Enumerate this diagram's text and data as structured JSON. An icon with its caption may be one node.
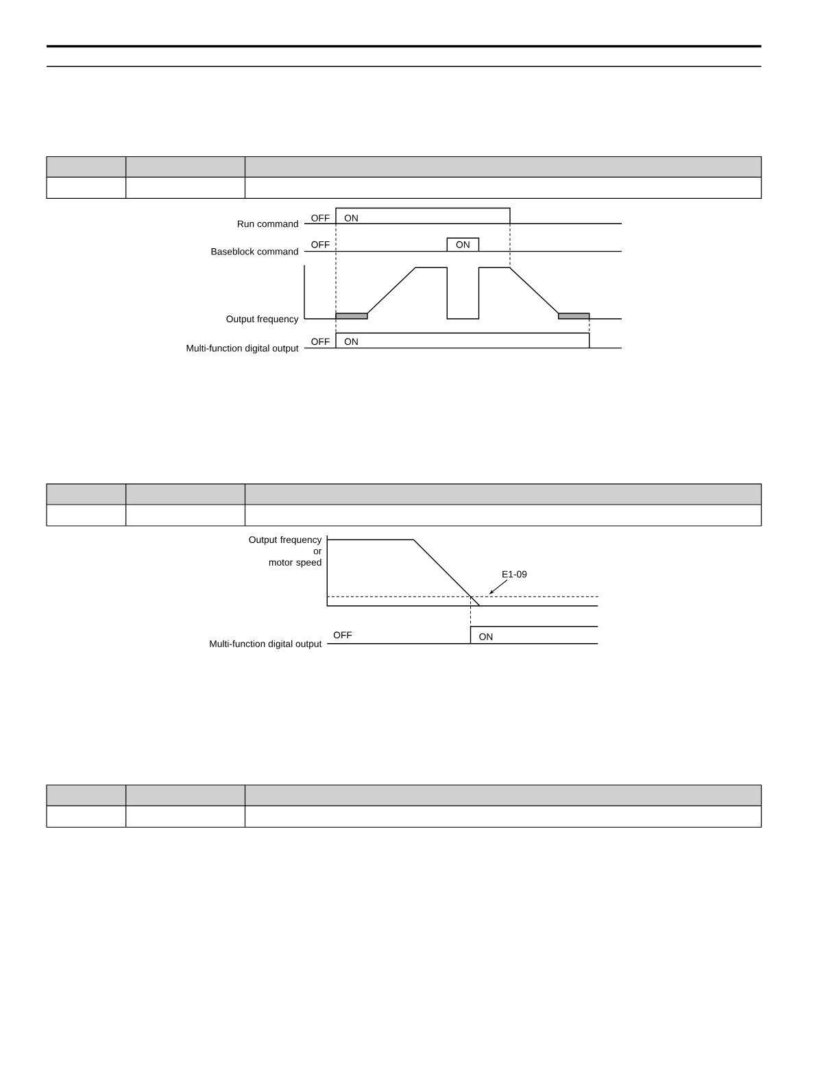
{
  "diagram": {
    "nodes": [
      {
        "text": [
          "E1-09"
        ]
      },
      {
        "text": [],
        "shape": "line"
      }
    ],
    "edges": [
      {
        "from": 0,
        "to": 1,
        "arrow": "to"
      }
    ],
    "labels": [
      "Run command",
      "OFF",
      "ON",
      "Baseblock command",
      "OFF",
      "ON",
      "Output frequency",
      "Multi-function digital output",
      "OFF",
      "ON",
      "Output frequency or motor speed",
      "Multi-function digital output",
      "OFF",
      "ON"
    ]
  }
}
